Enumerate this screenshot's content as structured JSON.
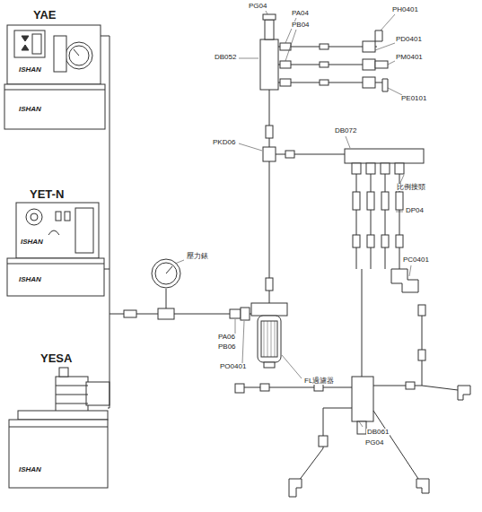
{
  "diagram": {
    "labels": [
      "YAE",
      "ISHAN",
      "ISHAN",
      "YET-N",
      "ISHAN",
      "ISHAN",
      "YESA",
      "ISHAN",
      "PG04",
      "PA04",
      "PB04",
      "PH0401",
      "PD0401",
      "PM0401",
      "PE0101",
      "DB052",
      "PKD06",
      "DB072",
      "比例接頭",
      "DP04",
      "壓力錶",
      "PC0401",
      "PA06",
      "PB06",
      "PO0401",
      "FL過濾器",
      "DB061",
      "PG04"
    ]
  }
}
